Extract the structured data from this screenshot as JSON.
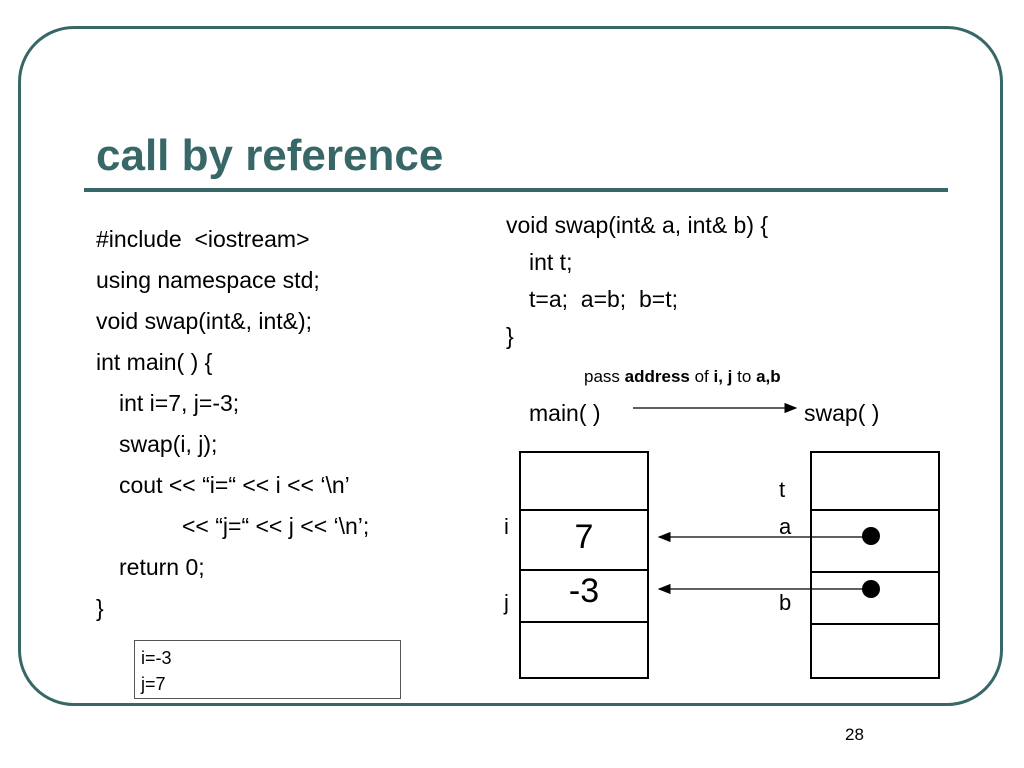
{
  "slide": {
    "title": "call by reference",
    "page_number": "28",
    "accent_color": "#386768"
  },
  "code_left": [
    "#include  <iostream>",
    "using namespace std;",
    "void swap(int&, int&);",
    "int main( ) {",
    "int i=7, j=-3;",
    "swap(i, j);",
    "cout << “i=“ << i << ‘\\n’",
    "<< “j=“ << j << ‘\\n’;",
    "return 0;",
    "}"
  ],
  "code_right": [
    "void swap(int& a, int& b) {",
    "int t;",
    "t=a;  a=b;  b=t;",
    "}"
  ],
  "pass_note": {
    "word_pass": "pass",
    "word_address": "address",
    "word_of": "of",
    "word_ij": "i, j",
    "word_to": "to",
    "word_ab": "a,b"
  },
  "diagram": {
    "main_label": "main( )",
    "swap_label": "swap( )",
    "main_vars": [
      "i",
      "j"
    ],
    "main_values": [
      "7",
      "-3"
    ],
    "swap_vars": [
      "t",
      "a",
      "b"
    ]
  },
  "output": [
    "i=-3",
    "j=7"
  ]
}
